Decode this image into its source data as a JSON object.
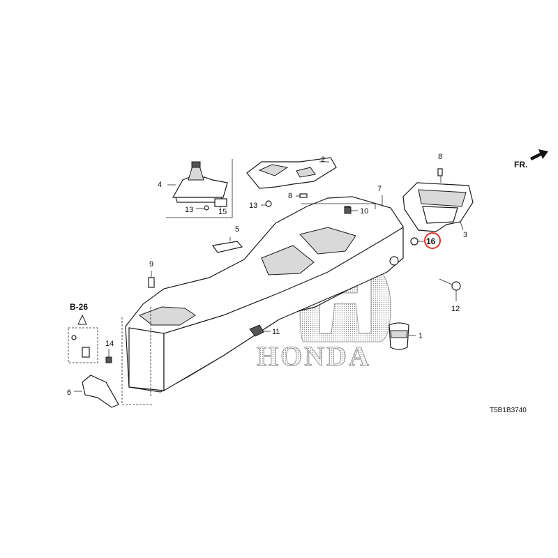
{
  "labels": {
    "p1": "1",
    "p2": "2",
    "p3": "3",
    "p4": "4",
    "p5": "5",
    "p6": "6",
    "p7": "7",
    "p8a": "8",
    "p8b": "8",
    "p9": "9",
    "p10": "10",
    "p11": "11",
    "p12": "12",
    "p13a": "13",
    "p13b": "13",
    "p14": "14",
    "p15": "15",
    "p16": "16"
  },
  "ref": "B-26",
  "direction": "FR.",
  "watermark": "HONDA",
  "code": "T5B1B3740",
  "highlight_color": "#e0302a"
}
